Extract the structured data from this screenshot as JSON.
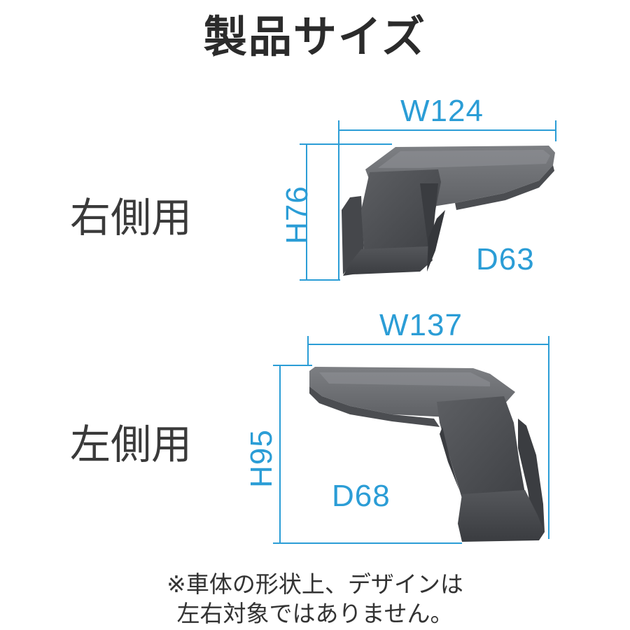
{
  "title": "製品サイズ",
  "right_product": {
    "label": "右側用",
    "width": "W124",
    "height": "H76",
    "depth": "D63"
  },
  "left_product": {
    "label": "左側用",
    "width": "W137",
    "height": "H95",
    "depth": "D68"
  },
  "note": {
    "line1": "※車体の形状上、デザインは",
    "line2": "左右対象ではありません。"
  },
  "colors": {
    "dimension": "#2b9dd6",
    "product_dark": "#4a4c50",
    "product_mid": "#5e6064",
    "product_light": "#7a7c80",
    "text": "#2b2b2b"
  }
}
